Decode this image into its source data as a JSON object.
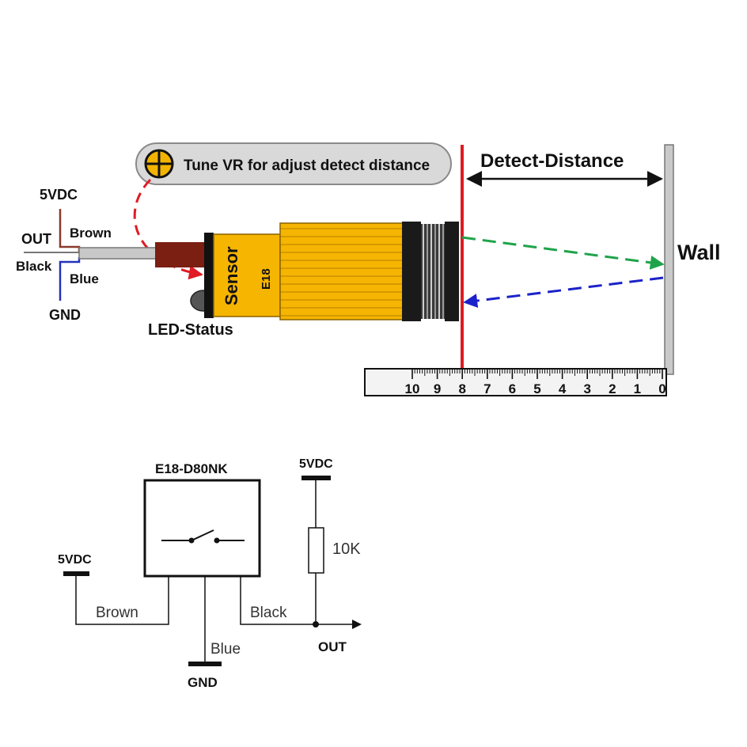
{
  "sensor_diagram": {
    "tune_note": "Tune VR for adjust detect distance",
    "detect_distance_label": "Detect-Distance",
    "wall_label": "Wall",
    "sensor_label": "Sensor",
    "model_short": "E18",
    "led_status_label": "LED-Status",
    "wires": {
      "vdc": "5VDC",
      "out": "OUT",
      "brown": "Brown",
      "black": "Black",
      "blue": "Blue",
      "gnd": "GND"
    },
    "ruler_ticks": [
      "10",
      "9",
      "8",
      "7",
      "6",
      "5",
      "4",
      "3",
      "2",
      "1",
      "0"
    ]
  },
  "schematic": {
    "module_name": "E18-D80NK",
    "left_supply": "5VDC",
    "right_supply": "5VDC",
    "resistor_value": "10K",
    "wire_brown": "Brown",
    "wire_blue": "Blue",
    "wire_black": "Black",
    "gnd_label": "GND",
    "out_label": "OUT"
  },
  "colors": {
    "sensor_body": "#f6b500",
    "sensor_dark": "#111111",
    "cable_maroon": "#7a1f12",
    "detect_line": "#e01b24",
    "emit_beam": "#1fa34a",
    "return_beam": "#1b22c9",
    "tune_arrow": "#e01b24",
    "brown_wire": "#8b3a2a",
    "blue_wire": "#2233bb",
    "wall": "#c9c9c9"
  }
}
